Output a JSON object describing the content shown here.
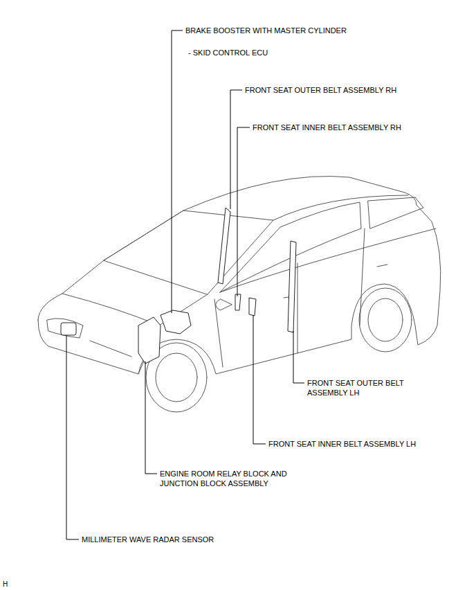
{
  "diagram": {
    "labels": [
      "BRAKE BOOSTER WITH MASTER CYLINDER",
      "- SKID CONTROL ECU",
      "FRONT SEAT OUTER BELT ASSEMBLY RH",
      "FRONT SEAT INNER BELT ASSEMBLY RH",
      "FRONT SEAT OUTER BELT ASSEMBLY LH",
      "FRONT SEAT INNER BELT ASSEMBLY LH",
      "ENGINE ROOM RELAY BLOCK AND JUNCTION BLOCK ASSEMBLY",
      "MILLIMETER WAVE RADAR SENSOR",
      "H"
    ]
  }
}
